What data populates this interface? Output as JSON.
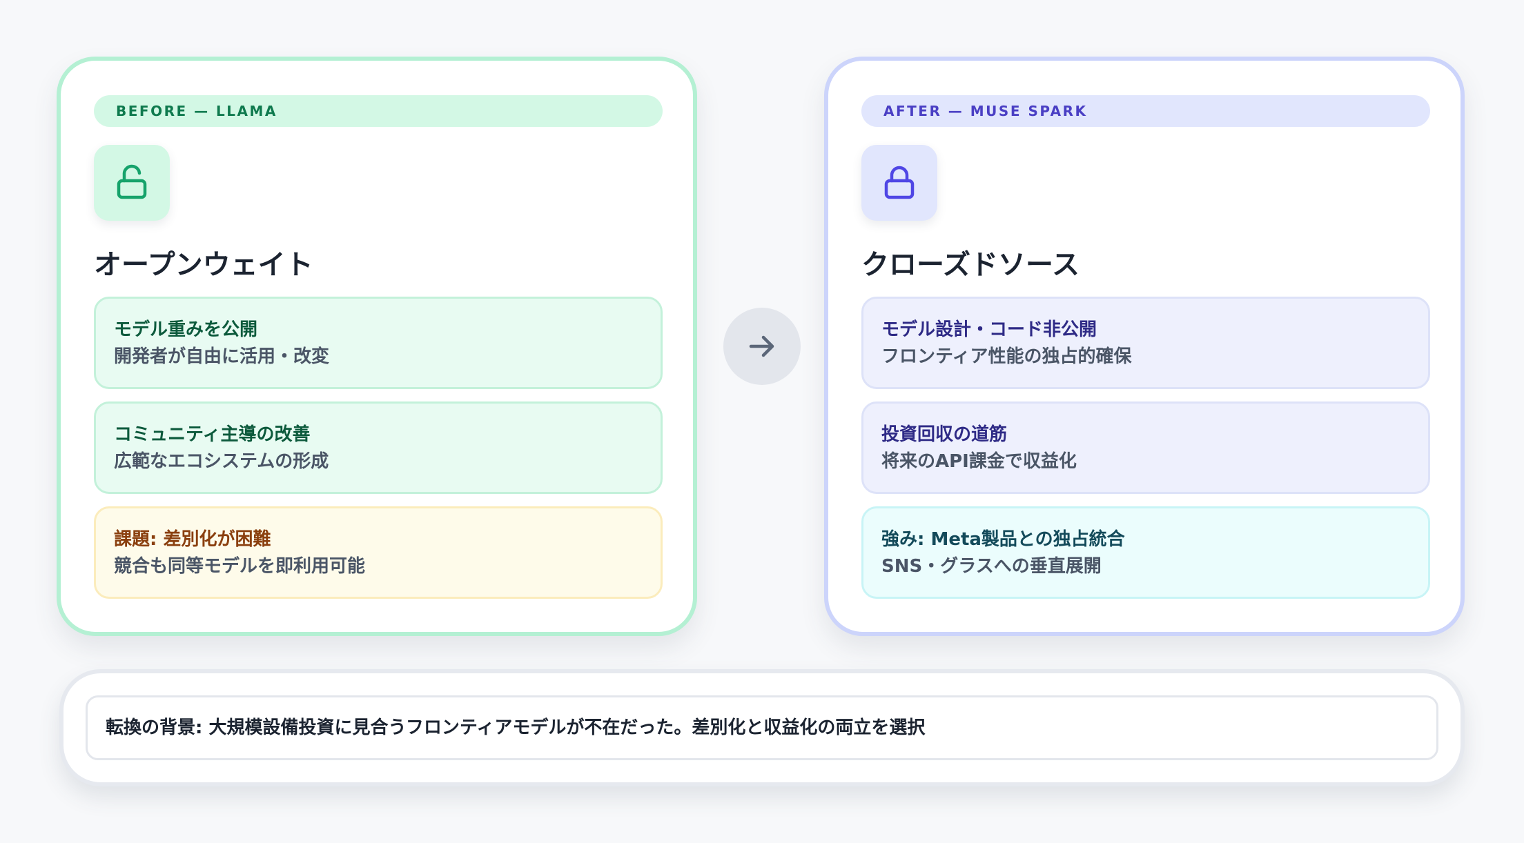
{
  "before": {
    "label": "BEFORE — LLAMA",
    "icon": "unlock-icon",
    "accent": "#16a36b",
    "title": "オープンウェイト",
    "items": [
      {
        "title": "モデル重みを公開",
        "subtitle": "開発者が自由に活用・改変",
        "tone": "green"
      },
      {
        "title": "コミュニティ主導の改善",
        "subtitle": "広範なエコシステムの形成",
        "tone": "green"
      },
      {
        "title": "課題: 差別化が困難",
        "subtitle": "競合も同等モデルを即利用可能",
        "tone": "yellow"
      }
    ]
  },
  "after": {
    "label": "AFTER — MUSE SPARK",
    "icon": "lock-icon",
    "accent": "#4f46e5",
    "title": "クローズドソース",
    "items": [
      {
        "title": "モデル設計・コード非公開",
        "subtitle": "フロンティア性能の独占的確保",
        "tone": "indigo"
      },
      {
        "title": "投資回収の道筋",
        "subtitle": "将来のAPI課金で収益化",
        "tone": "indigo"
      },
      {
        "title": "強み: Meta製品との独占統合",
        "subtitle": "SNS・グラスへの垂直展開",
        "tone": "cyan"
      }
    ]
  },
  "transition_icon": "arrow-right-icon",
  "footer": {
    "text": "転換の背景: 大規模設備投資に見合うフロンティアモデルが不在だった。差別化と収益化の両立を選択"
  }
}
